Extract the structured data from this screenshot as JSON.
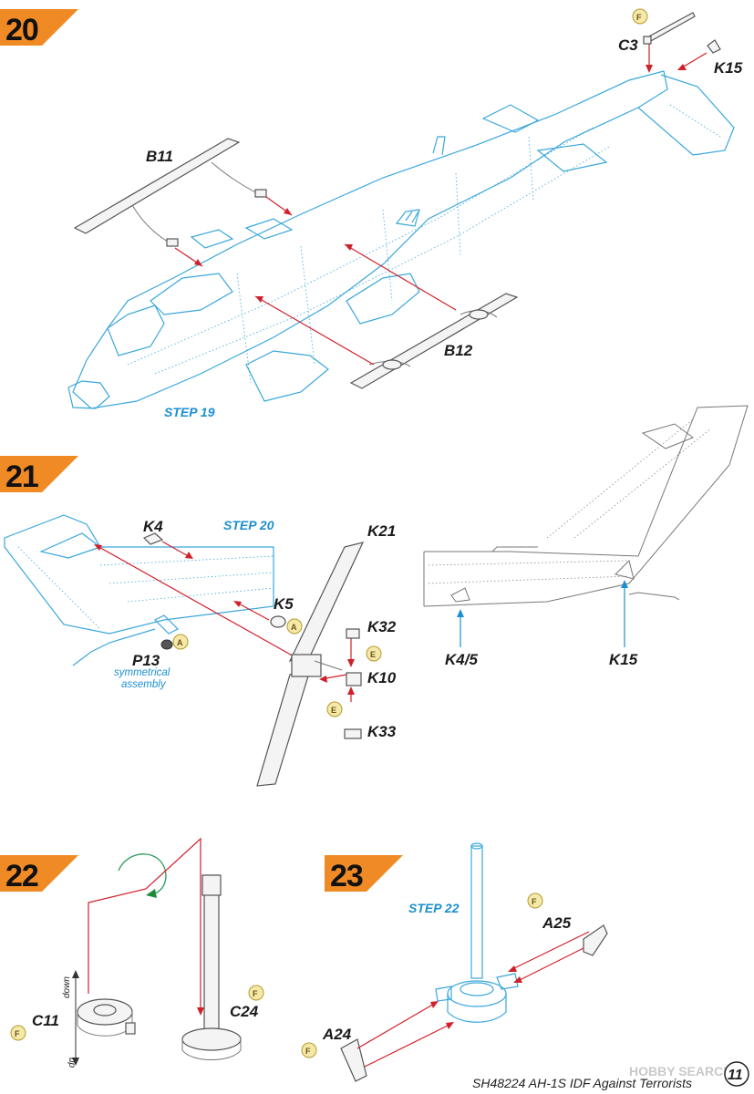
{
  "steps": [
    {
      "number": "20",
      "labels": [
        "B11",
        "C3",
        "K15",
        "B12"
      ],
      "step_ref": "STEP 19",
      "paints": [
        "F"
      ]
    },
    {
      "number": "21",
      "labels": [
        "K4",
        "K5",
        "P13",
        "K21",
        "K32",
        "K10",
        "K33",
        "K4/5",
        "K15"
      ],
      "step_ref": "STEP 20",
      "note_line1": "symmetrical",
      "note_line2": "assembly",
      "paints": [
        "A",
        "A",
        "E",
        "E"
      ]
    },
    {
      "number": "22",
      "labels": [
        "C11",
        "C24"
      ],
      "dir_down": "down",
      "dir_up": "up",
      "paints": [
        "F",
        "F"
      ]
    },
    {
      "number": "23",
      "labels": [
        "A25",
        "A24"
      ],
      "step_ref": "STEP 22",
      "paints": [
        "F",
        "F"
      ]
    }
  ],
  "footer": {
    "product_line": "SH48224 AH-1S IDF Against Terrorists",
    "page_number": "11",
    "watermark": "HOBBY SEARCH"
  },
  "colors": {
    "accent_orange": "#f08a24",
    "callout_blue": "#1b8fd0",
    "arrow_red": "#d0202a"
  }
}
